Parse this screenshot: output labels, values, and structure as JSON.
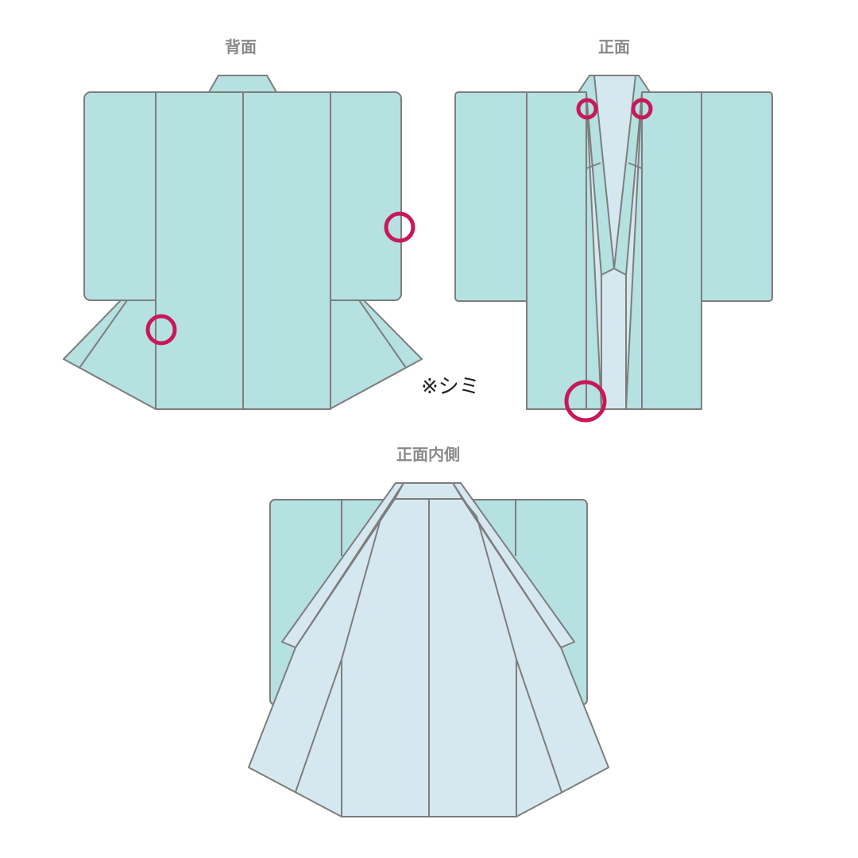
{
  "labels": {
    "back": "背面",
    "front": "正面",
    "inside": "正面内側"
  },
  "note": "※シミ",
  "colors": {
    "outer_fabric": "#b5e1e1",
    "lining_fabric": "#d6e8ef",
    "outline": "#7d7d7d",
    "marker": "#c8185a"
  }
}
